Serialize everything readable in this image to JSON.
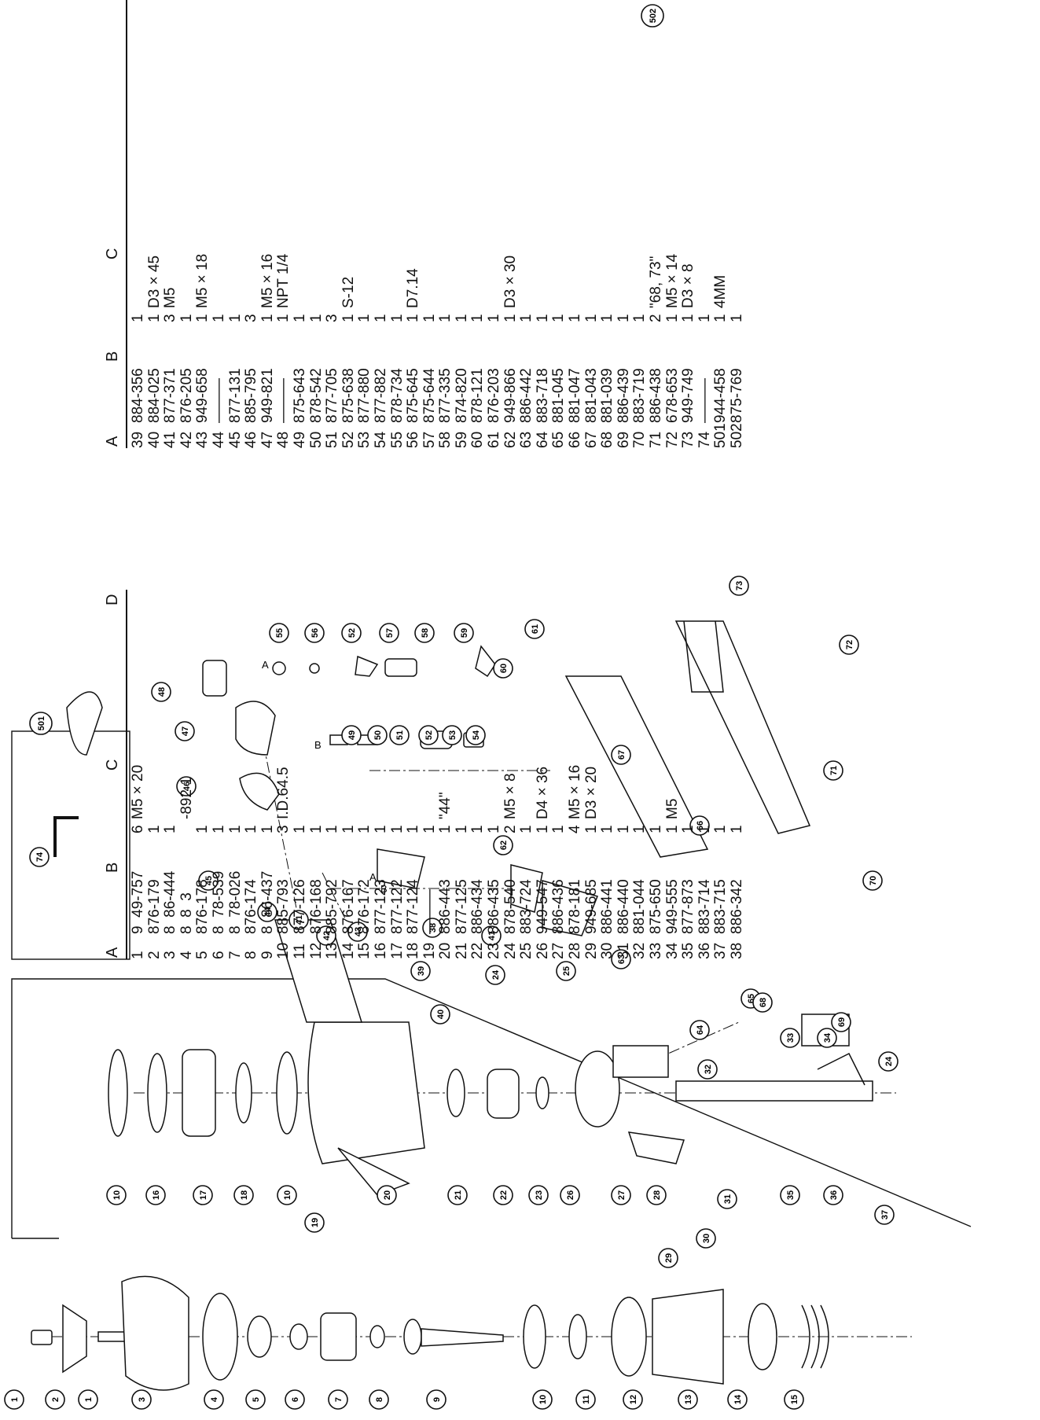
{
  "headers": {
    "a": "A",
    "b": "B",
    "c": "C",
    "d": "D"
  },
  "table_left": [
    {
      "a": "1",
      "b": "9  49-757",
      "q": "6",
      "c": "M5 × 20"
    },
    {
      "a": "2",
      "b": "876-179",
      "q": "1",
      "c": ""
    },
    {
      "a": "3",
      "b": "8  86-444",
      "q": "1",
      "c": ""
    },
    {
      "a": "4",
      "b": "8  8  3",
      "q": "",
      "c": "-892 1"
    },
    {
      "a": "5",
      "b": "876-178",
      "q": "1",
      "c": ""
    },
    {
      "a": "6",
      "b": "8  78-539",
      "q": "1",
      "c": ""
    },
    {
      "a": "7",
      "b": "8  78-026",
      "q": "1",
      "c": ""
    },
    {
      "a": "8",
      "b": "876-174",
      "q": "1",
      "c": ""
    },
    {
      "a": "9",
      "b": "8  86-437",
      "q": "1",
      "c": ""
    },
    {
      "a": "10",
      "b": "885-793",
      "q": "3",
      "c": "I.D.64.5"
    },
    {
      "a": "11",
      "b": "877-126",
      "q": "1",
      "c": ""
    },
    {
      "a": "12",
      "b": "876-168",
      "q": "1",
      "c": ""
    },
    {
      "a": "13",
      "b": "885-792",
      "q": "1",
      "c": ""
    },
    {
      "a": "14",
      "b": "876-167",
      "q": "1",
      "c": ""
    },
    {
      "a": "15",
      "b": "876-172",
      "q": "1",
      "c": ""
    },
    {
      "a": "16",
      "b": "877-123",
      "q": "1",
      "c": ""
    },
    {
      "a": "17",
      "b": "877-122",
      "q": "1",
      "c": ""
    },
    {
      "a": "18",
      "b": "877-124",
      "q": "1",
      "c": ""
    },
    {
      "a": "19",
      "b": "———",
      "q": "1",
      "c": ""
    },
    {
      "a": "20",
      "b": "886-443",
      "q": "1",
      "c": "\"44\""
    },
    {
      "a": "21",
      "b": "877-125",
      "q": "1",
      "c": ""
    },
    {
      "a": "22",
      "b": "886-434",
      "q": "1",
      "c": ""
    },
    {
      "a": "23",
      "b": "886-435",
      "q": "1",
      "c": ""
    },
    {
      "a": "24",
      "b": "878-540",
      "q": "2",
      "c": "M5 × 8"
    },
    {
      "a": "25",
      "b": "883-724",
      "q": "1",
      "c": ""
    },
    {
      "a": "26",
      "b": "949-547",
      "q": "1",
      "c": "D4 × 36"
    },
    {
      "a": "27",
      "b": "886-436",
      "q": "1",
      "c": ""
    },
    {
      "a": "28",
      "b": "878-181",
      "q": "4",
      "c": "M5 × 16"
    },
    {
      "a": "29",
      "b": "949-685",
      "q": "1",
      "c": "D3 × 20"
    },
    {
      "a": "30",
      "b": "886-441",
      "q": "1",
      "c": ""
    },
    {
      "a": "31",
      "b": "886-440",
      "q": "1",
      "c": ""
    },
    {
      "a": "32",
      "b": "881-044",
      "q": "1",
      "c": ""
    },
    {
      "a": "33",
      "b": "875-650",
      "q": "1",
      "c": ""
    },
    {
      "a": "34",
      "b": "949-555",
      "q": "1",
      "c": "M5"
    },
    {
      "a": "35",
      "b": "877-873",
      "q": "1",
      "c": ""
    },
    {
      "a": "36",
      "b": "883-714",
      "q": "1",
      "c": ""
    },
    {
      "a": "37",
      "b": "883-715",
      "q": "1",
      "c": ""
    },
    {
      "a": "38",
      "b": "886-342",
      "q": "1",
      "c": ""
    }
  ],
  "table_right": [
    {
      "a": "39",
      "b": "884-356",
      "q": "1",
      "c": ""
    },
    {
      "a": "40",
      "b": "884-025",
      "q": "1",
      "c": "D3 × 45"
    },
    {
      "a": "41",
      "b": "877-371",
      "q": "3",
      "c": "M5"
    },
    {
      "a": "42",
      "b": "876-205",
      "q": "1",
      "c": ""
    },
    {
      "a": "43",
      "b": "949-658",
      "q": "1",
      "c": "M5 × 18"
    },
    {
      "a": "44",
      "b": "———",
      "q": "1",
      "c": ""
    },
    {
      "a": "45",
      "b": "877-131",
      "q": "1",
      "c": ""
    },
    {
      "a": "46",
      "b": "885-795",
      "q": "3",
      "c": ""
    },
    {
      "a": "47",
      "b": "949-821",
      "q": "1",
      "c": "M5 × 16"
    },
    {
      "a": "48",
      "b": "———",
      "q": "1",
      "c": "NPT 1/4"
    },
    {
      "a": "49",
      "b": "875-643",
      "q": "1",
      "c": ""
    },
    {
      "a": "50",
      "b": "878-542",
      "q": "1",
      "c": ""
    },
    {
      "a": "51",
      "b": "877-705",
      "q": "3",
      "c": ""
    },
    {
      "a": "52",
      "b": "875-638",
      "q": "1",
      "c": "S-12"
    },
    {
      "a": "53",
      "b": "877-880",
      "q": "1",
      "c": ""
    },
    {
      "a": "54",
      "b": "877-882",
      "q": "1",
      "c": ""
    },
    {
      "a": "55",
      "b": "878-734",
      "q": "1",
      "c": ""
    },
    {
      "a": "56",
      "b": "875-645",
      "q": "1",
      "c": "D7.14"
    },
    {
      "a": "57",
      "b": "875-644",
      "q": "1",
      "c": ""
    },
    {
      "a": "58",
      "b": "877-335",
      "q": "1",
      "c": ""
    },
    {
      "a": "59",
      "b": "874-820",
      "q": "1",
      "c": ""
    },
    {
      "a": "60",
      "b": "878-121",
      "q": "1",
      "c": ""
    },
    {
      "a": "61",
      "b": "876-203",
      "q": "1",
      "c": ""
    },
    {
      "a": "62",
      "b": "949-866",
      "q": "1",
      "c": "D3 × 30"
    },
    {
      "a": "63",
      "b": "886-442",
      "q": "1",
      "c": ""
    },
    {
      "a": "64",
      "b": "883-718",
      "q": "1",
      "c": ""
    },
    {
      "a": "65",
      "b": "881-045",
      "q": "1",
      "c": ""
    },
    {
      "a": "66",
      "b": "881-047",
      "q": "1",
      "c": ""
    },
    {
      "a": "67",
      "b": "881-043",
      "q": "1",
      "c": ""
    },
    {
      "a": "68",
      "b": "881-039",
      "q": "1",
      "c": ""
    },
    {
      "a": "69",
      "b": "886-439",
      "q": "1",
      "c": ""
    },
    {
      "a": "70",
      "b": "883-719",
      "q": "1",
      "c": ""
    },
    {
      "a": "71",
      "b": "886-438",
      "q": "2",
      "c": "\"68, 73\""
    },
    {
      "a": "72",
      "b": "678-653",
      "q": "1",
      "c": "M5 × 14"
    },
    {
      "a": "73",
      "b": "949-749",
      "q": "1",
      "c": "D3 × 8"
    },
    {
      "a": "74",
      "b": "———",
      "q": "1",
      "c": ""
    },
    {
      "a": "501",
      "b": "944-458",
      "q": "1",
      "c": "4MM"
    },
    {
      "a": "502",
      "b": "875-769",
      "q": "1",
      "c": ""
    }
  ],
  "callout_letters": {
    "a": "A",
    "b": "B"
  },
  "balloon_labels": [
    "1",
    "2",
    "1",
    "3",
    "4",
    "5",
    "6",
    "7",
    "8",
    "9",
    "10",
    "11",
    "12",
    "13",
    "14",
    "15",
    "10",
    "16",
    "17",
    "18",
    "10",
    "19",
    "20",
    "21",
    "22",
    "23",
    "26",
    "27",
    "28",
    "29",
    "30",
    "31",
    "32",
    "24",
    "25",
    "33",
    "34",
    "35",
    "36",
    "37",
    "24",
    "38",
    "39",
    "40",
    "41",
    "42",
    "43",
    "44",
    "45",
    "46",
    "47",
    "48",
    "49",
    "50",
    "51",
    "52",
    "53",
    "54",
    "55",
    "56",
    "52",
    "57",
    "58",
    "59",
    "60",
    "61",
    "62",
    "41",
    "63",
    "64",
    "65",
    "66",
    "67",
    "68",
    "69",
    "70",
    "71",
    "72",
    "73",
    "74",
    "501",
    "502"
  ]
}
